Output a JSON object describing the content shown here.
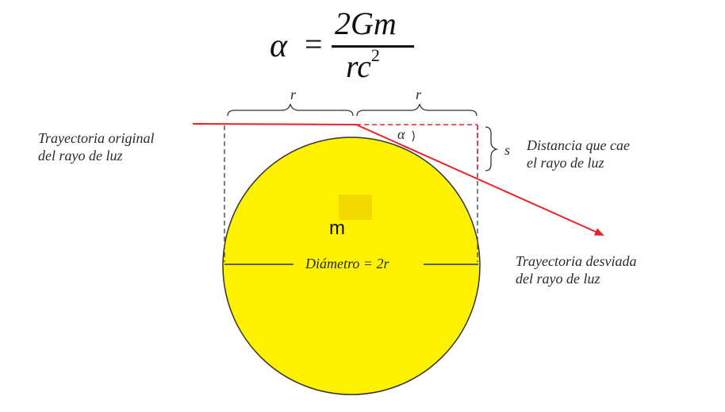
{
  "formula": {
    "lhs": "α",
    "equals": "=",
    "numerator": "2Gm",
    "denominator_base": "rc",
    "denominator_exponent": "2"
  },
  "labels": {
    "r_left": "r",
    "r_right": "r",
    "original_line1": "Trayectoria original",
    "original_line2": "del rayo de luz",
    "alpha": "α",
    "s": "s",
    "fall_line1": "Distancia que cae",
    "fall_line2": "el rayo de luz",
    "mass": "m",
    "diameter": "Diámetro = 2r",
    "deviated_line1": "Trayectoria desviada",
    "deviated_line2": "del rayo de luz"
  },
  "colors": {
    "sphere_fill": "#FFF200",
    "sphere_stroke": "#333333",
    "ray": "#E8232A",
    "dashed_guides": "#555555",
    "highlight_patch": "#F2DA00"
  }
}
